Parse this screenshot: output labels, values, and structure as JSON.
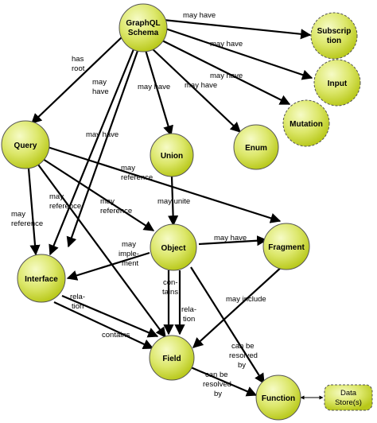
{
  "nodes": {
    "schema": {
      "line1": "GraphQL",
      "line2": "Schema"
    },
    "subscription": {
      "line1": "Subscrip",
      "line2": "tion"
    },
    "input": {
      "label": "Input"
    },
    "mutation": {
      "label": "Mutation"
    },
    "enum": {
      "label": "Enum"
    },
    "union": {
      "label": "Union"
    },
    "query": {
      "label": "Query"
    },
    "object": {
      "label": "Object"
    },
    "fragment": {
      "label": "Fragment"
    },
    "interface": {
      "label": "Interface"
    },
    "field": {
      "label": "Field"
    },
    "function": {
      "label": "Function"
    },
    "datastore": {
      "line1": "Data",
      "line2": "Store(s)"
    }
  },
  "edges": {
    "schema_subscription": "may have",
    "schema_input": "may have",
    "schema_mutation": "may have",
    "schema_query": {
      "line1": "has",
      "line2": "root"
    },
    "schema_interface": {
      "line1": "may",
      "line2": "have"
    },
    "schema_enum": "may have",
    "schema_field": "may have",
    "query_fragment": {
      "line1": "may",
      "line2": "reference"
    },
    "query_object": {
      "line1": "may",
      "line2": "reference"
    },
    "query_interface": {
      "line1": "may",
      "line2": "reference"
    },
    "union_object": "may unite",
    "object_fragment": "may have",
    "object_interface": {
      "line1": "may",
      "line2": "imple-",
      "line3": "ment"
    },
    "object_field_contains": {
      "line1": "con-",
      "line2": "tains"
    },
    "object_field_relation": {
      "line1": "rela-",
      "line2": "tion"
    },
    "fragment_field": "may include",
    "object_function": {
      "line1": "can be",
      "line2": "resolved",
      "line3": "by"
    },
    "interface_field_relation": {
      "line1": "rela-",
      "line2": "tion"
    },
    "interface_field_contains": "contains",
    "field_function": {
      "line1": "can be",
      "line2": "resolved",
      "line3": "by"
    }
  },
  "colors": {
    "node_fill_light": "#f3f8b6",
    "node_fill_dark": "#c4d21c",
    "node_stroke": "#444444",
    "edge": "#000000"
  }
}
